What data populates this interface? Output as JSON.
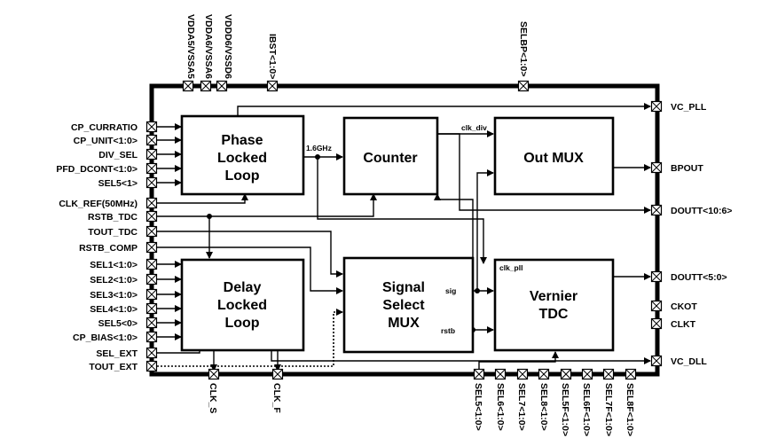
{
  "left_pins": [
    "CP_CURRATIO",
    "CP_UNIT<1:0>",
    "DIV_SEL",
    "PFD_DCONT<1:0>",
    "SEL5<1>",
    "CLK_REF(50MHz)",
    "RSTB_TDC",
    "TOUT_TDC",
    "RSTB_COMP",
    "SEL1<1:0>",
    "SEL2<1:0>",
    "SEL3<1:0>",
    "SEL4<1:0>",
    "SEL5<0>",
    "CP_BIAS<1:0>",
    "SEL_EXT",
    "TOUT_EXT"
  ],
  "top_pins": [
    "VDDA5/VSSA5",
    "VDDA6/VSSA6",
    "VDDD6/VSSD6",
    "IBST<1:0>",
    "SELBP<1:0>"
  ],
  "right_pins": [
    "VC_PLL",
    "BPOUT",
    "DOUTT<10:6>",
    "DOUTT<5:0>",
    "CKOT",
    "CLKT",
    "VC_DLL"
  ],
  "bottom_pins": [
    "CLK_S",
    "CLK_F",
    "SEL5<1:0>",
    "SEL6<1:0>",
    "SEL7<1:0>",
    "SEL8<1:0>",
    "SEL5F<1:0>",
    "SEL6F<1:0>",
    "SEL7F<1:0>",
    "SEL8F<1:0>"
  ],
  "blocks": {
    "pll": [
      "Phase",
      "Locked",
      "Loop"
    ],
    "dll": [
      "Delay",
      "Locked",
      "Loop"
    ],
    "counter": [
      "Counter"
    ],
    "outmux": [
      "Out MUX"
    ],
    "ssmux": [
      "Signal",
      "Select",
      "MUX"
    ],
    "tdc": [
      "Vernier",
      "TDC"
    ]
  },
  "net_labels": {
    "freq": "1.6GHz",
    "clk_div": "clk_div",
    "clk_pll": "clk_pll",
    "sig": "sig",
    "rstb": "rstb"
  }
}
